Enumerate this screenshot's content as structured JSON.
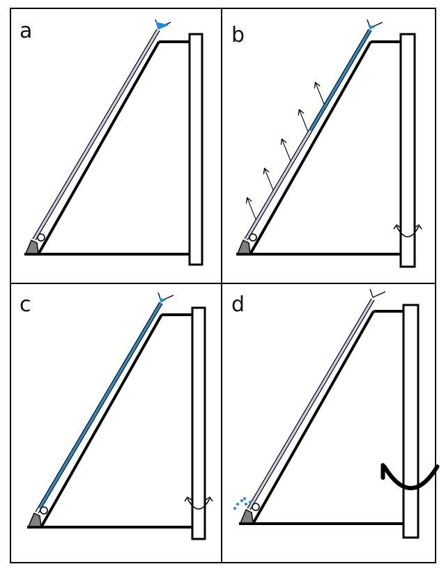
{
  "panels": [
    {
      "id": "a",
      "label": "a",
      "film": "partial",
      "arrows": false,
      "bend": "none",
      "droplets": false
    },
    {
      "id": "b",
      "label": "b",
      "film": "upper",
      "arrows": true,
      "bend": "small",
      "droplets": false
    },
    {
      "id": "c",
      "label": "c",
      "film": "full",
      "arrows": false,
      "bend": "small",
      "droplets": false
    },
    {
      "id": "d",
      "label": "d",
      "film": "none",
      "arrows": false,
      "bend": "large",
      "droplets": true
    }
  ],
  "colors": {
    "line": "#000000",
    "film": "#1a8fd6",
    "lilac": "#c9c3e6",
    "base": "#808080",
    "background": "#ffffff"
  }
}
